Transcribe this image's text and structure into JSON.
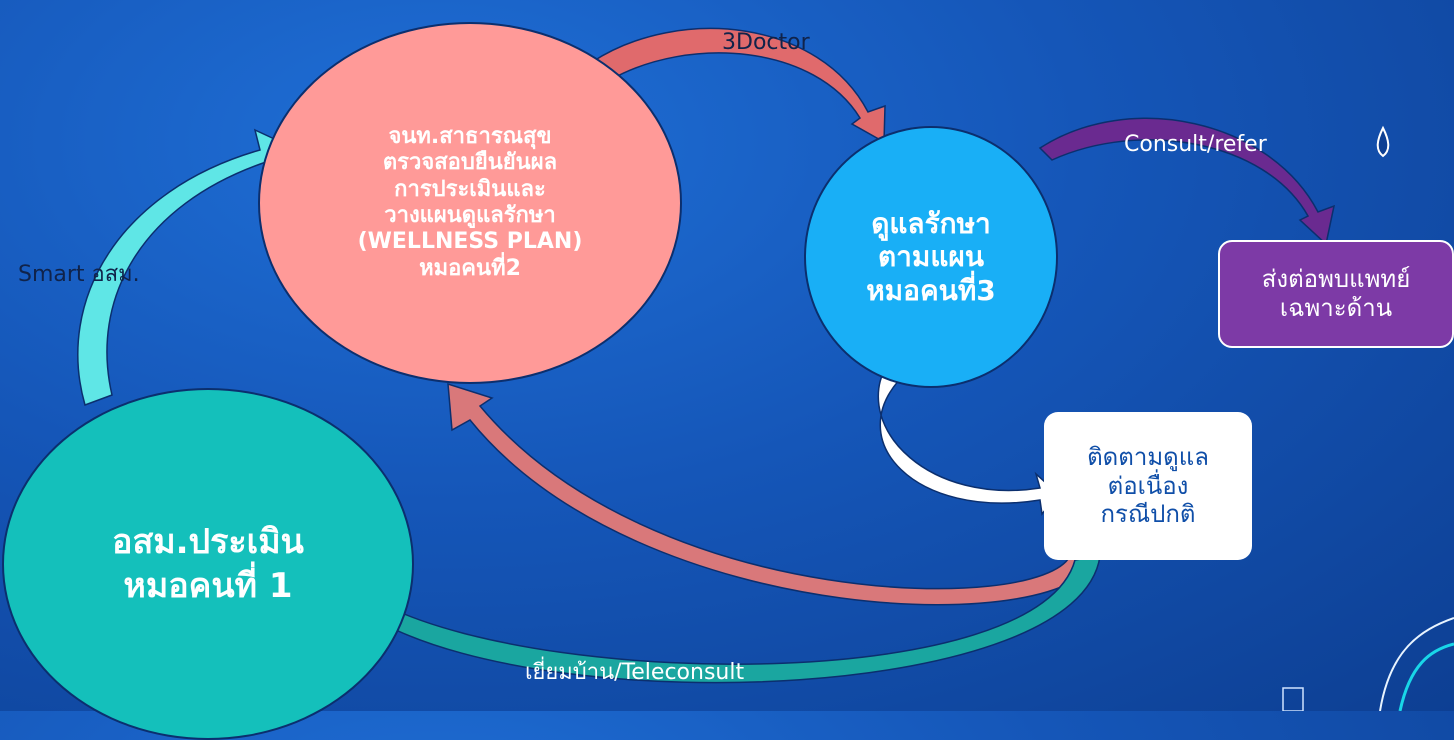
{
  "nodes": {
    "volunteer": "อสม.ประเมิน\nหมอคนที่ 1",
    "health_officer": "จนท.สาธารณสุข\nตรวจสอบยืนยันผล\nการประเมินและ\nวางแผนดูแลรักษา\n(WELLNESS PLAN)\nหมอคนที่2",
    "treatment": "ดูแลรักษา\nตามแผน\nหมอคนที่3",
    "specialist": "ส่งต่อพบแพทย์\nเฉพาะด้าน",
    "followup": "ติดตามดูแล\nต่อเนื่อง\nกรณีปกติ"
  },
  "edges": {
    "smart_osm": "Smart อสม.",
    "three_doctor": "3Doctor",
    "consult_refer": "Consult/refer",
    "home_visit": "เยี่ยมบ้าน/Teleconsult"
  },
  "colors": {
    "volunteer": "#14c0bb",
    "health_officer": "#ff9a98",
    "treatment": "#19aff6",
    "specialist": "#7d3aa6",
    "followup": "#ffffff"
  }
}
